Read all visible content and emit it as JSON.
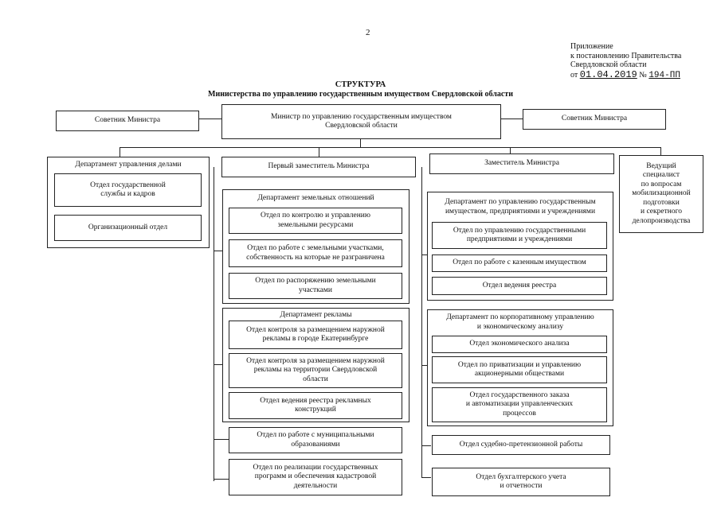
{
  "page": {
    "number": "2"
  },
  "appendix": {
    "line1": "Приложение",
    "line2": "к постановлению Правительства",
    "line3": "Свердловской области",
    "from": "от",
    "date": "01.04.2019",
    "num_sign": "№",
    "number": "194-ПП"
  },
  "title": {
    "main": "СТРУКТУРА",
    "sub": "Министерства по управлению государственным имуществом Свердловской области"
  },
  "top": {
    "advisor_left": "Советник Министра",
    "minister": "Министр по управлению государственным имуществом\nСвердловской области",
    "advisor_right": "Советник Министра"
  },
  "col1": {
    "dept": "Департамент управления делами",
    "units": [
      "Отдел государственной\nслужбы и кадров",
      "Организационный отдел"
    ]
  },
  "col2": {
    "head": "Первый заместитель Министра",
    "land": {
      "title": "Департамент земельных отношений",
      "units": [
        "Отдел по контролю и управлению\nземельными ресурсами",
        "Отдел по работе с земельными участками,\nсобственность на которые не разграничена",
        "Отдел по распоряжению земельными\nучастками"
      ]
    },
    "ads": {
      "title": "Департамент рекламы",
      "units": [
        "Отдел контроля за размещением наружной\nрекламы в городе Екатеринбурге",
        "Отдел контроля за размещением наружной\nрекламы на территории Свердловской\nобласти",
        "Отдел ведения реестра рекламных\nконструкций"
      ]
    },
    "others": [
      "Отдел по работе с муниципальными\nобразованиями",
      "Отдел по реализации государственных\nпрограмм и обеспечения кадастровой\nдеятельности"
    ]
  },
  "col3": {
    "head": "Заместитель Министра",
    "property": {
      "title": "Департамент по управлению государственным\nимуществом, предприятиями и учреждениями",
      "units": [
        "Отдел по управлению государственными\nпредприятиями и учреждениями",
        "Отдел по работе с казенным имуществом",
        "Отдел ведения реестра"
      ]
    },
    "corporate": {
      "title": "Департамент по корпоративному управлению\nи экономическому анализу",
      "units": [
        "Отдел экономического анализа",
        "Отдел по приватизации и управлению\nакционерными обществами",
        "Отдел государственного заказа\nи автоматизации управленческих\nпроцессов"
      ]
    },
    "others": [
      "Отдел судебно-претензионной работы",
      "Отдел бухгалтерского учета\nи отчетности"
    ]
  },
  "col4": {
    "specialist": "Ведущий\nспециалист\nпо вопросам\nмобилизационной\nподготовки\nи секретного\nделопроизводства"
  }
}
